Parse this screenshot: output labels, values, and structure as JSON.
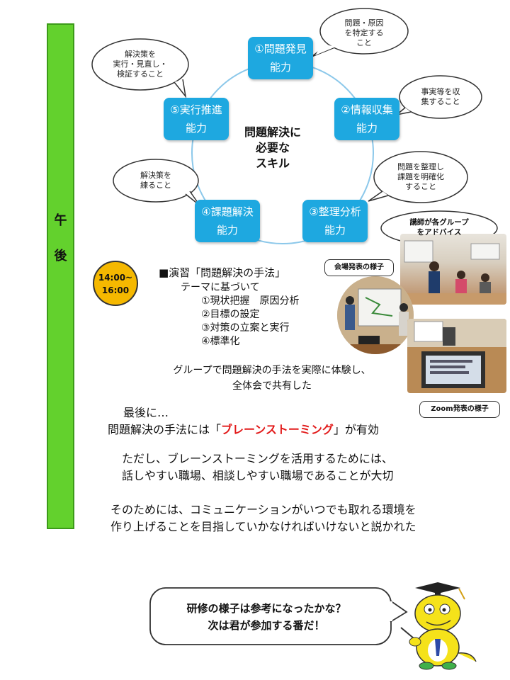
{
  "sidebar": {
    "chars": [
      "午",
      "後"
    ]
  },
  "skills": {
    "center": [
      "問題解決に",
      "必要な",
      "スキル"
    ],
    "items": [
      {
        "line1": "①問題発見",
        "line2": "能力"
      },
      {
        "line1": "②情報収集",
        "line2": "能力"
      },
      {
        "line1": "③整理分析",
        "line2": "能力"
      },
      {
        "line1": "④課題解決",
        "line2": "能力"
      },
      {
        "line1": "⑤実行推進",
        "line2": "能力"
      }
    ],
    "bubbles": [
      [
        "問題・原因",
        "を特定する",
        "こと"
      ],
      [
        "事実等を収",
        "集すること"
      ],
      [
        "問題を整理し",
        "課題を明確化",
        "すること"
      ],
      [
        "解決策を",
        "練ること"
      ],
      [
        "解決策を",
        "実行・見直し・",
        "検証すること"
      ]
    ]
  },
  "session": {
    "time": [
      "14:00~",
      "16:00"
    ],
    "title": "■演習「問題解決の手法」",
    "subtitle": "テーマに基づいて",
    "steps": [
      "①現状把握　原因分析",
      "②目標の設定",
      "③対策の立案と実行",
      "④標準化"
    ],
    "summary": [
      "グループで問題解決の手法を実際に体験し、",
      "全体会で共有した"
    ]
  },
  "photos": {
    "advice_tag": [
      "講師が各グループ",
      "をアドバイス"
    ],
    "venue_tag": "会場発表の様子",
    "zoom_tag": "Zoom発表の様子"
  },
  "body": {
    "lead": "最後に…",
    "line1_pre": "問題解決の手法には「",
    "line1_em": "ブレーンストーミング",
    "line1_post": "」が有効",
    "line2": "ただし、ブレーンストーミングを活用するためには、",
    "line3": "話しやすい職場、相談しやすい職場であることが大切",
    "line4": "そのためには、コミュニケーションがいつでも取れる環境を",
    "line5": "作り上げることを目指していかなければいけないと説かれた"
  },
  "closing": [
    "研修の様子は参考になったかな？",
    "次は君が参加する番だ！"
  ],
  "colors": {
    "sidebar": "#63d12d",
    "skill": "#1ea8e0",
    "time": "#f5b800",
    "emphasis": "#e21a1a"
  }
}
